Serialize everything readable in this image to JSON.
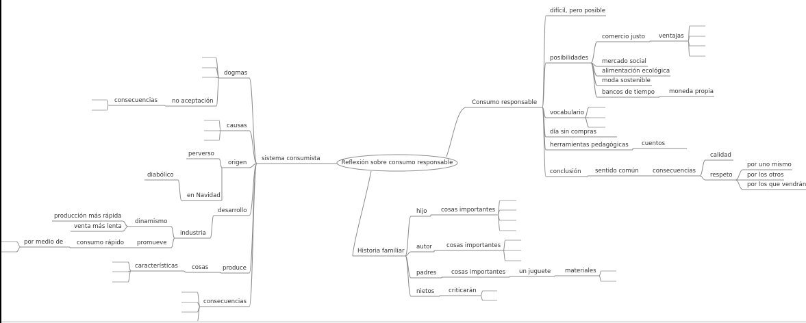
{
  "mindmap": {
    "central": "Reflexión sobre consumo responsable",
    "nodes": {
      "sistema": "sistema consumista",
      "dogmas": "dogmas",
      "no_aceptacion": "no aceptación",
      "consec1": "consecuencias",
      "causas": "causas",
      "origen": "origen",
      "perverso": "perverso",
      "en_navidad": "en Navidad",
      "diabolico": "diabólico",
      "desarrollo": "desarrollo",
      "industria": "industria",
      "dinamismo": "dinamismo",
      "produccion": "producción más rápida",
      "venta": "venta más lenta",
      "promueve": "promueve",
      "consumo_rapido": "consumo rápido",
      "por_medio": "por medio de",
      "produce": "produce",
      "cosas": "cosas",
      "caracteristicas": "características",
      "consec2": "consecuencias",
      "consumo": "Consumo responsable",
      "dificil": "difícil, pero posible",
      "posibilidades": "posibilidades",
      "comercio": "comercio justo",
      "ventajas": "ventajas",
      "mercado": "mercado social",
      "alimentacion": "alimentación ecológica",
      "moda": "moda sostenible",
      "bancos": "bancos de tiempo",
      "moneda": "moneda propia",
      "vocabulario": "vocabulario",
      "dia": "día sin compras",
      "herramientas": "herramientas pedagógicas",
      "cuentos": "cuentos",
      "conclusion": "conclusión",
      "sentido": "sentido común",
      "consec3": "consecuencias",
      "calidad": "calidad",
      "respeto": "respeto",
      "uno": "por uno mismo",
      "otros": "por los otros",
      "vendran": "por los que vendrán",
      "historia": "Historia familiar",
      "hijo": "hijo",
      "cosas_h": "cosas importantes",
      "autor": "autor",
      "cosas_a": "cosas importantes",
      "padres": "padres",
      "cosas_p": "cosas importantes",
      "juguete": "un juguete",
      "materiales": "materiales",
      "nietos": "nietos",
      "criticaran": "criticarán"
    }
  },
  "colors": {
    "line": "#8a8a8a",
    "text": "#333333"
  }
}
